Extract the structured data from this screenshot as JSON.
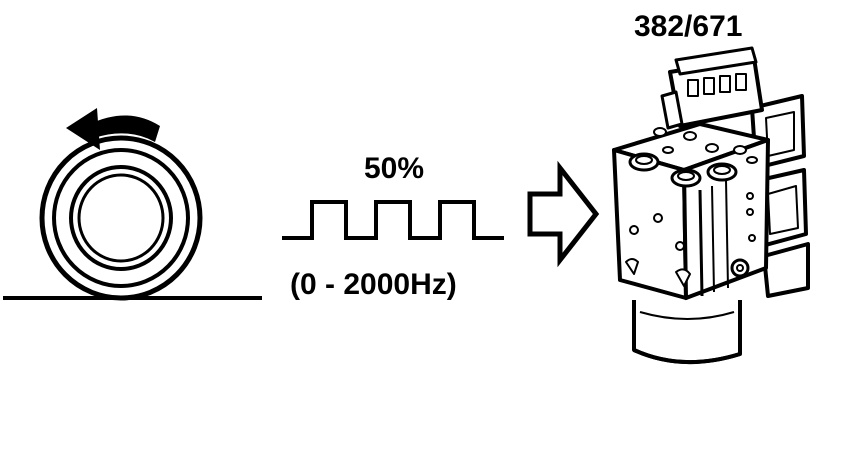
{
  "diagram": {
    "reference_number": "382/671",
    "duty_cycle": "50%",
    "frequency_range": "(0 - 2000Hz)"
  },
  "colors": {
    "ink": "#000000",
    "background": "#ffffff"
  },
  "icons": {
    "wheel": "wheel-icon",
    "rotation_arrow": "rotation-arrow-icon",
    "square_wave": "square-wave-icon",
    "signal_arrow": "arrow-right-icon",
    "control_unit": "abs-control-unit-icon"
  }
}
